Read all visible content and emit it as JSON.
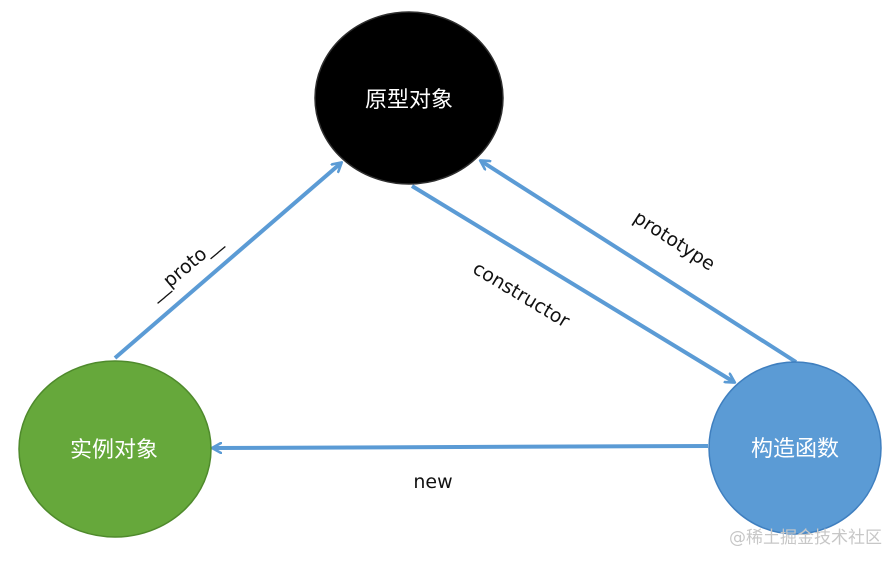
{
  "colors": {
    "arrow": "#5b9bd5",
    "prototype_node": "#000000",
    "instance_node": "#66a83b",
    "constructor_node": "#5b9bd5"
  },
  "nodes": {
    "prototype": {
      "label": "原型对象"
    },
    "instance": {
      "label": "实例对象"
    },
    "constructor": {
      "label": "构造函数"
    }
  },
  "edges": {
    "proto": {
      "label": "__proto__"
    },
    "constructor": {
      "label": "constructor"
    },
    "prototype": {
      "label": "prototype"
    },
    "new": {
      "label": "new"
    }
  },
  "watermark": {
    "text": "@稀土掘金技术社区"
  }
}
